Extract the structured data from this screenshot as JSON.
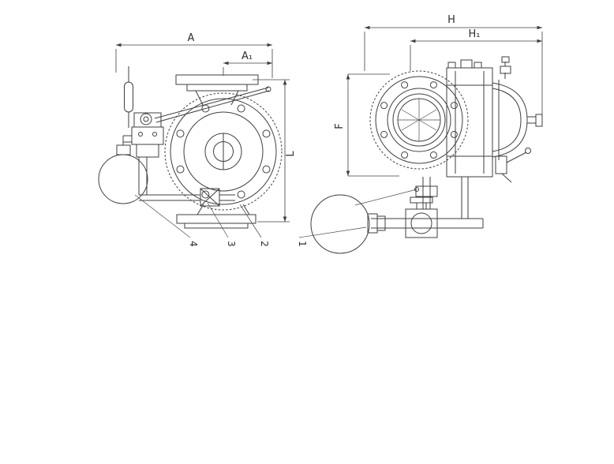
{
  "colors": {
    "background": "#ffffff",
    "line": "#3f3f3f",
    "text": "#2e2e2e"
  },
  "front_view": {
    "dim_a": "A",
    "dim_a1": "A₁",
    "dim_l": "L",
    "part_4": "4",
    "part_3": "3",
    "part_2": "2"
  },
  "side_view": {
    "dim_h": "H",
    "dim_h1": "H₁",
    "dim_f": "F",
    "part_1": "1"
  }
}
